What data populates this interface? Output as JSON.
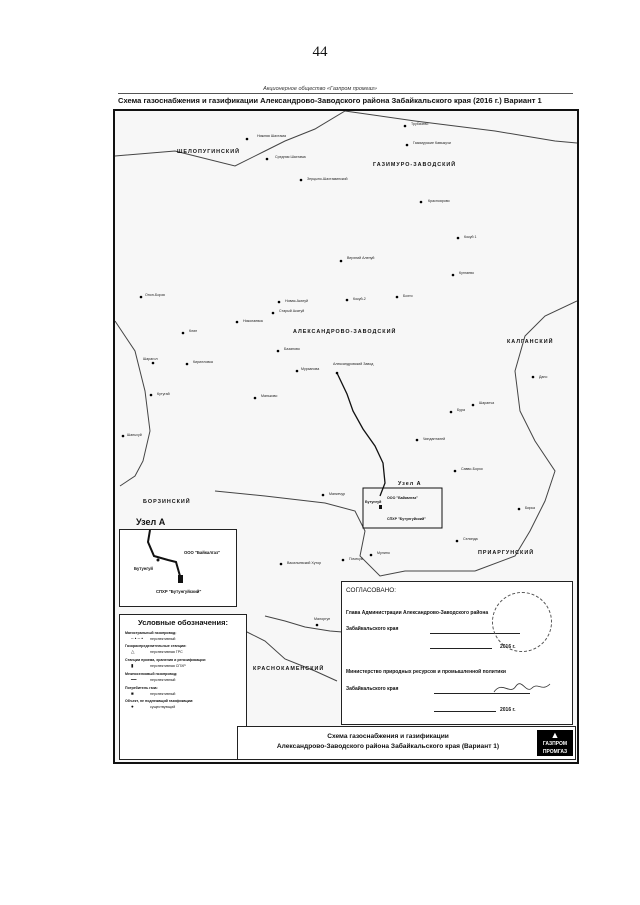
{
  "page_number": "44",
  "org": "Акционерное общество «Газпром промгаз»",
  "title": "Схема газоснабжения и газификации Александрово-Заводского района Забайкальского края (2016 г.) Вариант 1",
  "regions": {
    "shelopuginsky": "ШЕЛОПУГИНСКИЙ",
    "gazimuro": "ГАЗИМУРО-ЗАВОДСКИЙ",
    "alexandrovo": "АЛЕКСАНДРОВО-ЗАВОДСКИЙ",
    "kalgansky": "КАЛГАНСКИЙ",
    "borzinsky": "БОРЗИНСКИЙ",
    "priargunsky": "ПРИАРГУНСКИЙ",
    "krasnokamensky": "КРАСНОКАМЕНСКИЙ"
  },
  "places": {
    "p1": "Нижняя Шахтама",
    "p2": "Средняя Шахтама",
    "p3": "Трубачево",
    "p4": "Газимурские Кавыкучи",
    "p5": "Зерцыно-Шахтаминский",
    "p6": "Красноярово",
    "p7": "Кокуй 1",
    "p8": "Верхний Аленуй",
    "p9": "Кунгаево",
    "p10": "Онон-Борзя",
    "p11": "Новая-Акатуй",
    "p12": "Кокуй-2",
    "p13": "Бохто",
    "p14": "Старый Акатуй",
    "p15": "Николаевка",
    "p16": "Клин",
    "p17": "Базаново",
    "p18": "Шарагол",
    "p19": "Кирилловка",
    "p20": "Мурзанова",
    "p21": "Александровский Завод",
    "p22": "Дано",
    "p23": "Кутугай",
    "p24": "Маньково",
    "p25": "Шаранча",
    "p26": "Бура",
    "p27": "Шаньхуй",
    "p28": "Чинданталей",
    "p29": "Савво-Борзя",
    "p30": "Манкечур",
    "p31": "Бирка",
    "p32": "Селинда",
    "p33": "Мулино",
    "p34": "Васильевский Хутор",
    "p35": "Почекуй",
    "p36": "Малоргун",
    "p37": "Бутунгуй"
  },
  "node": {
    "label": "Узел А",
    "company": "ООО \"Байкалгаз\"",
    "village": "Бутунгуй",
    "spgr": "СПХР \"Бутунгуйский\""
  },
  "inset": {
    "title": "Узел А",
    "company": "ООО \"Байкалгаз\"",
    "village": "Бутунгуй",
    "spgr": "СПХР \"Бутунгуйский\""
  },
  "legend": {
    "title": "Условные обозначения:",
    "items": [
      {
        "head": "Магистральный газопровод:",
        "sym": "– • – •",
        "label": "перспективный"
      },
      {
        "head": "Газораспределительные станции:",
        "sym": "△",
        "label": "перспективная ГРС"
      },
      {
        "head": "Станции приема, хранения и регазификации:",
        "sym": "▮",
        "label": "перспективная СПХР"
      },
      {
        "head": "Межпоселковый газопровод:",
        "sym": "━━",
        "label": "перспективный"
      },
      {
        "head": "Потребитель газа:",
        "sym": "■",
        "label": "перспективный"
      },
      {
        "head": "Объект, не подлежащий газификации:",
        "sym": "●",
        "label": "существующий"
      }
    ]
  },
  "approval": {
    "heading": "СОГЛАСОВАНО:",
    "first_line1": "Глава Администрации Александрово-Заводского района",
    "first_line2": "Забайкальского края",
    "first_year": "2016 г.",
    "second_line1": "Министерство природных ресурсов и промышленной политики",
    "second_line2": "Забайкальского края",
    "second_year": "2016 г."
  },
  "bottom": {
    "line1": "Схема газоснабжения и газификации",
    "line2": "Александрово-Заводского района Забайкальского края (Вариант 1)",
    "logo_top": "ГАЗПРОМ",
    "logo_bottom": "ПРОМГАЗ"
  }
}
